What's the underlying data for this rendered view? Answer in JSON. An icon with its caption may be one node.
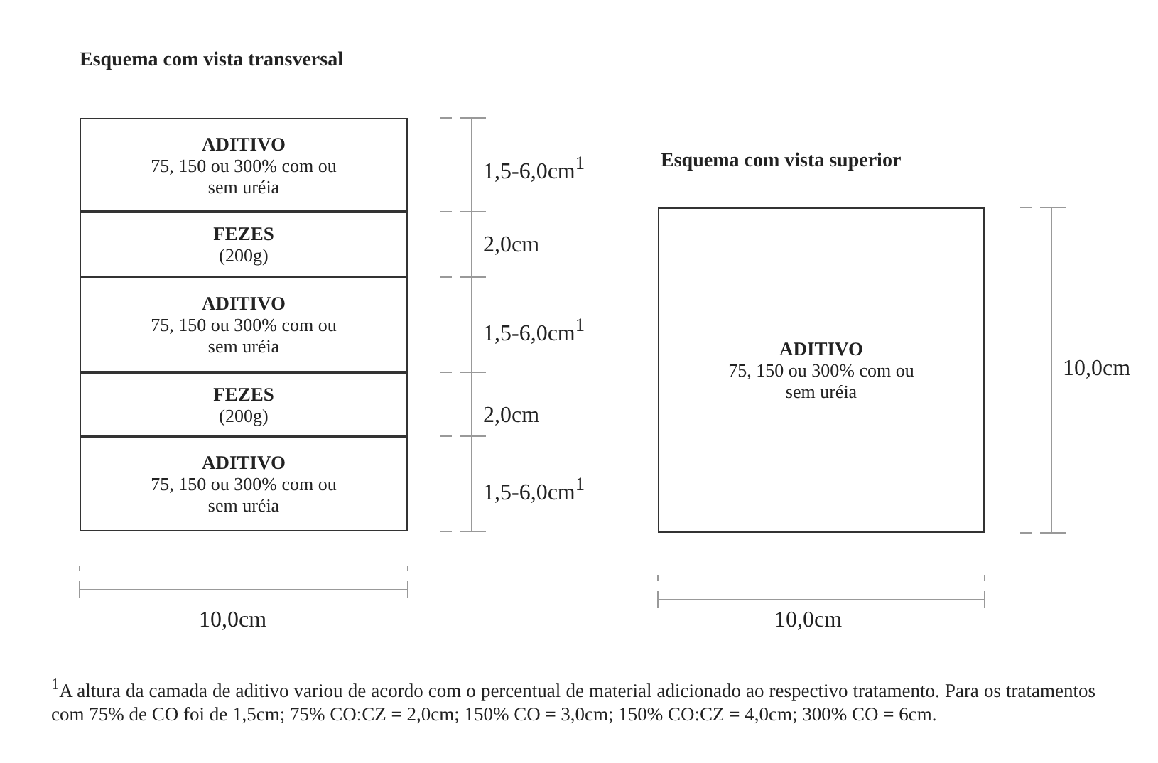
{
  "diagram": {
    "nodes": [
      {
        "text": [
          "ADITIVO",
          "75, 150 ou 300% com ou sem uréia"
        ]
      },
      {
        "text": [
          "FEZES",
          "(200g)"
        ]
      },
      {
        "text": [
          "ADITIVO",
          "75, 150 ou 300% com ou sem uréia"
        ]
      },
      {
        "text": [
          "FEZES",
          "(200g)"
        ]
      },
      {
        "text": [
          "ADITIVO",
          "75, 150 ou 300% com ou sem uréia"
        ]
      },
      {
        "text": [
          "ADITIVO",
          "75, 150 ou 300% com ou sem uréia"
        ]
      }
    ],
    "labels": [
      "Esquema com vista transversal",
      "1,5-6,0cm$^{1}$",
      "Esquema com vista superior",
      "2,0cm",
      "1,5-6,0cm$^{1}$",
      "10,0cm",
      "2,0cm",
      "1,5-6,0cm$^{1}$",
      "10,0cm",
      "10,0cm",
      "$^{1}$A altura da camada de aditivo variou de acordo com o percentual de material adicionado ao respectivo tratamento.  Para os tratamentos com 75% de CO foi de 1,5cm; 75% CO:CZ = 2,0cm; 150% CO = 3,0cm; 150% CO:CZ = 4,0cm; 300% CO = 6cm."
    ]
  }
}
